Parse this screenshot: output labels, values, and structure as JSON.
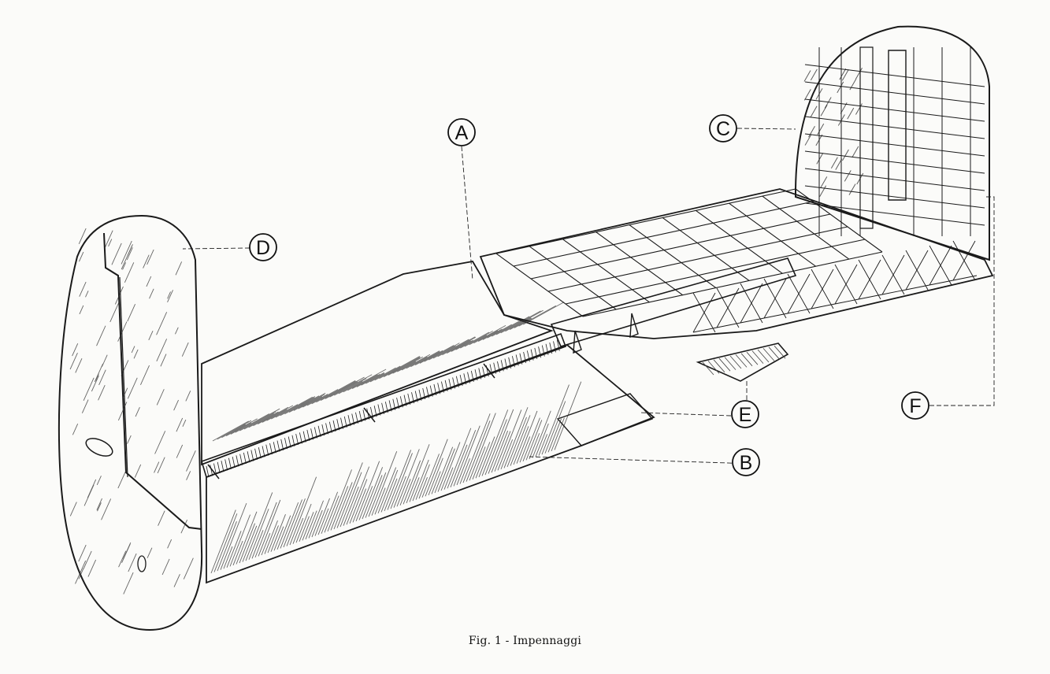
{
  "figure": {
    "caption": "Fig. 1 - Impennaggi"
  },
  "callouts": {
    "A": "A",
    "B": "B",
    "C": "C",
    "D": "D",
    "E": "E",
    "F": "F"
  },
  "colors": {
    "ink": "#1a1a1a",
    "paper": "#fbfbf9"
  }
}
